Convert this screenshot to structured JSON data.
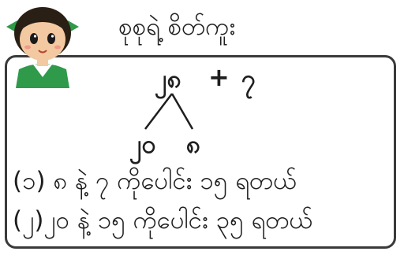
{
  "title": "စုစုရဲ့ စိတ်ကူး",
  "expression": {
    "left": "၂၈",
    "operator": "+",
    "right": "၇"
  },
  "split": {
    "part1": "၂၀",
    "part2": "၈"
  },
  "steps": [
    "(၁) ၈ နဲ့ ၇ ကိုပေါင်း ၁၅ ရတယ်",
    "(၂)၂၀ နဲ့ ၁၅ ကိုပေါင်း ၃၅ ရတယ်"
  ],
  "colors": {
    "border": "#3a3a3a",
    "text": "#1e1e1e",
    "skin": "#f3c9a1",
    "hair": "#2a1f14",
    "shirt": "#2e9a4a",
    "ribbon": "#2e9a4a"
  }
}
